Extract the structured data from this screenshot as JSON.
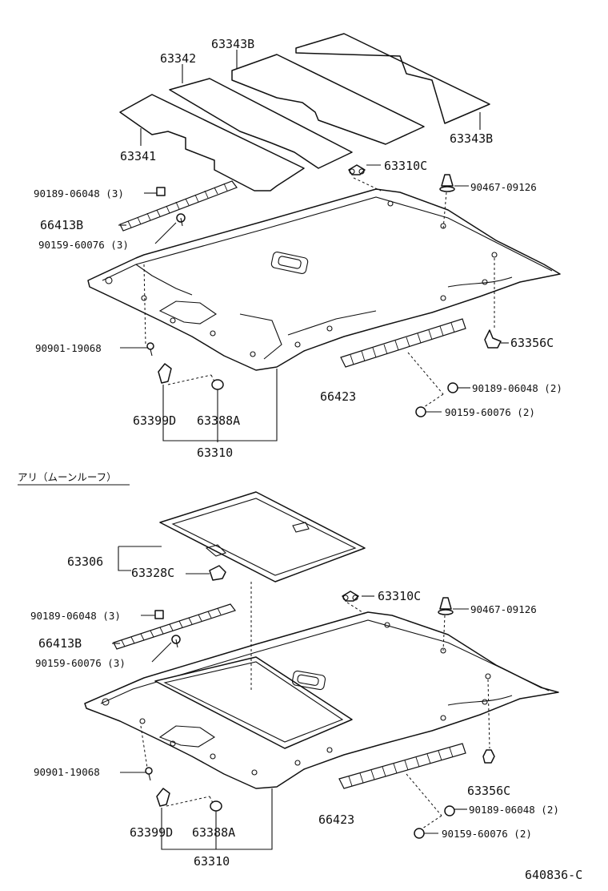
{
  "top_section": {
    "labels": {
      "p63343b_a": "63343B",
      "p63342": "63342",
      "p63343b_b": "63343B",
      "p63341": "63341",
      "p63310c": "63310C",
      "p90467": "90467-09126",
      "p90189_3": "90189-06048 (3)",
      "p66413b": "66413B",
      "p90159_3": "90159-60076 (3)",
      "p90901": "90901-19068",
      "p63356c": "63356C",
      "p66423": "66423",
      "p90189_2": "90189-06048 (2)",
      "p90159_2": "90159-60076 (2)",
      "p63399d": "63399D",
      "p63388a": "63388A",
      "p63310": "63310"
    }
  },
  "section_heading": "アリ（ムーンルーフ）",
  "bottom_section": {
    "labels": {
      "p63306": "63306",
      "p63328c": "63328C",
      "p63310c": "63310C",
      "p90467": "90467-09126",
      "p90189_3": "90189-06048 (3)",
      "p66413b": "66413B",
      "p90159_3": "90159-60076 (3)",
      "p90901": "90901-19068",
      "p63356c": "63356C",
      "p66423": "66423",
      "p90189_2": "90189-06048 (2)",
      "p90159_2": "90159-60076 (2)",
      "p63399d": "63399D",
      "p63388a": "63388A",
      "p63310": "63310"
    }
  },
  "diagram_code": "640836-C"
}
